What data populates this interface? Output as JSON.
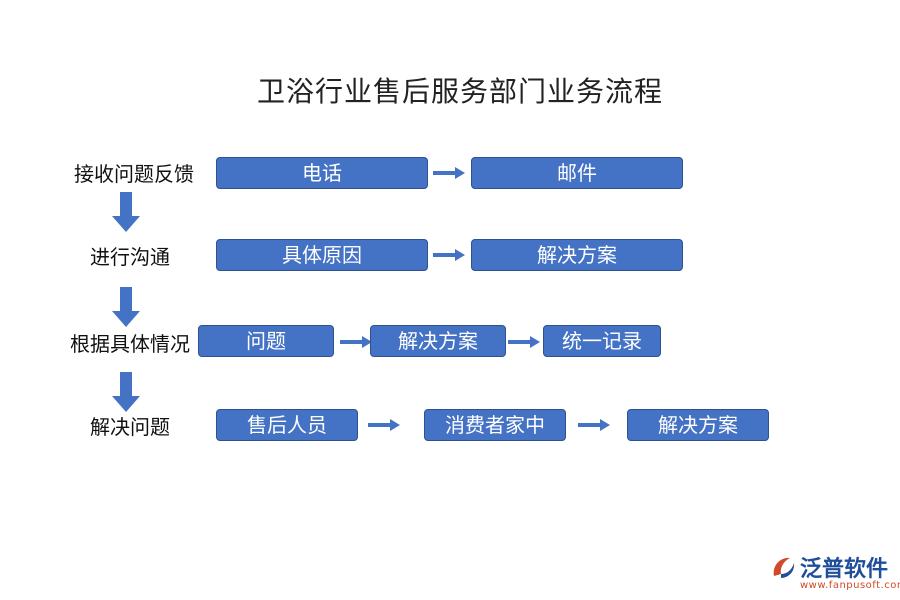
{
  "title": "卫浴行业售后服务部门业务流程",
  "colors": {
    "box_fill": "#4472c4",
    "box_border": "#2f528f",
    "arrow": "#4472c4",
    "logo_text": "#1f4e9a",
    "logo_accent": "#d04a2a"
  },
  "rows": [
    {
      "label": "接收问题反馈",
      "boxes": [
        "电话",
        "邮件"
      ]
    },
    {
      "label": "进行沟通",
      "boxes": [
        "具体原因",
        "解决方案"
      ]
    },
    {
      "label": "根据具体情况",
      "boxes": [
        "问题",
        "解决方案",
        "统一记录"
      ]
    },
    {
      "label": "解决问题",
      "boxes": [
        "售后人员",
        "消费者家中",
        "解决方案"
      ]
    }
  ],
  "logo": {
    "name": "泛普软件",
    "url": "www.fanpusoft.com"
  }
}
